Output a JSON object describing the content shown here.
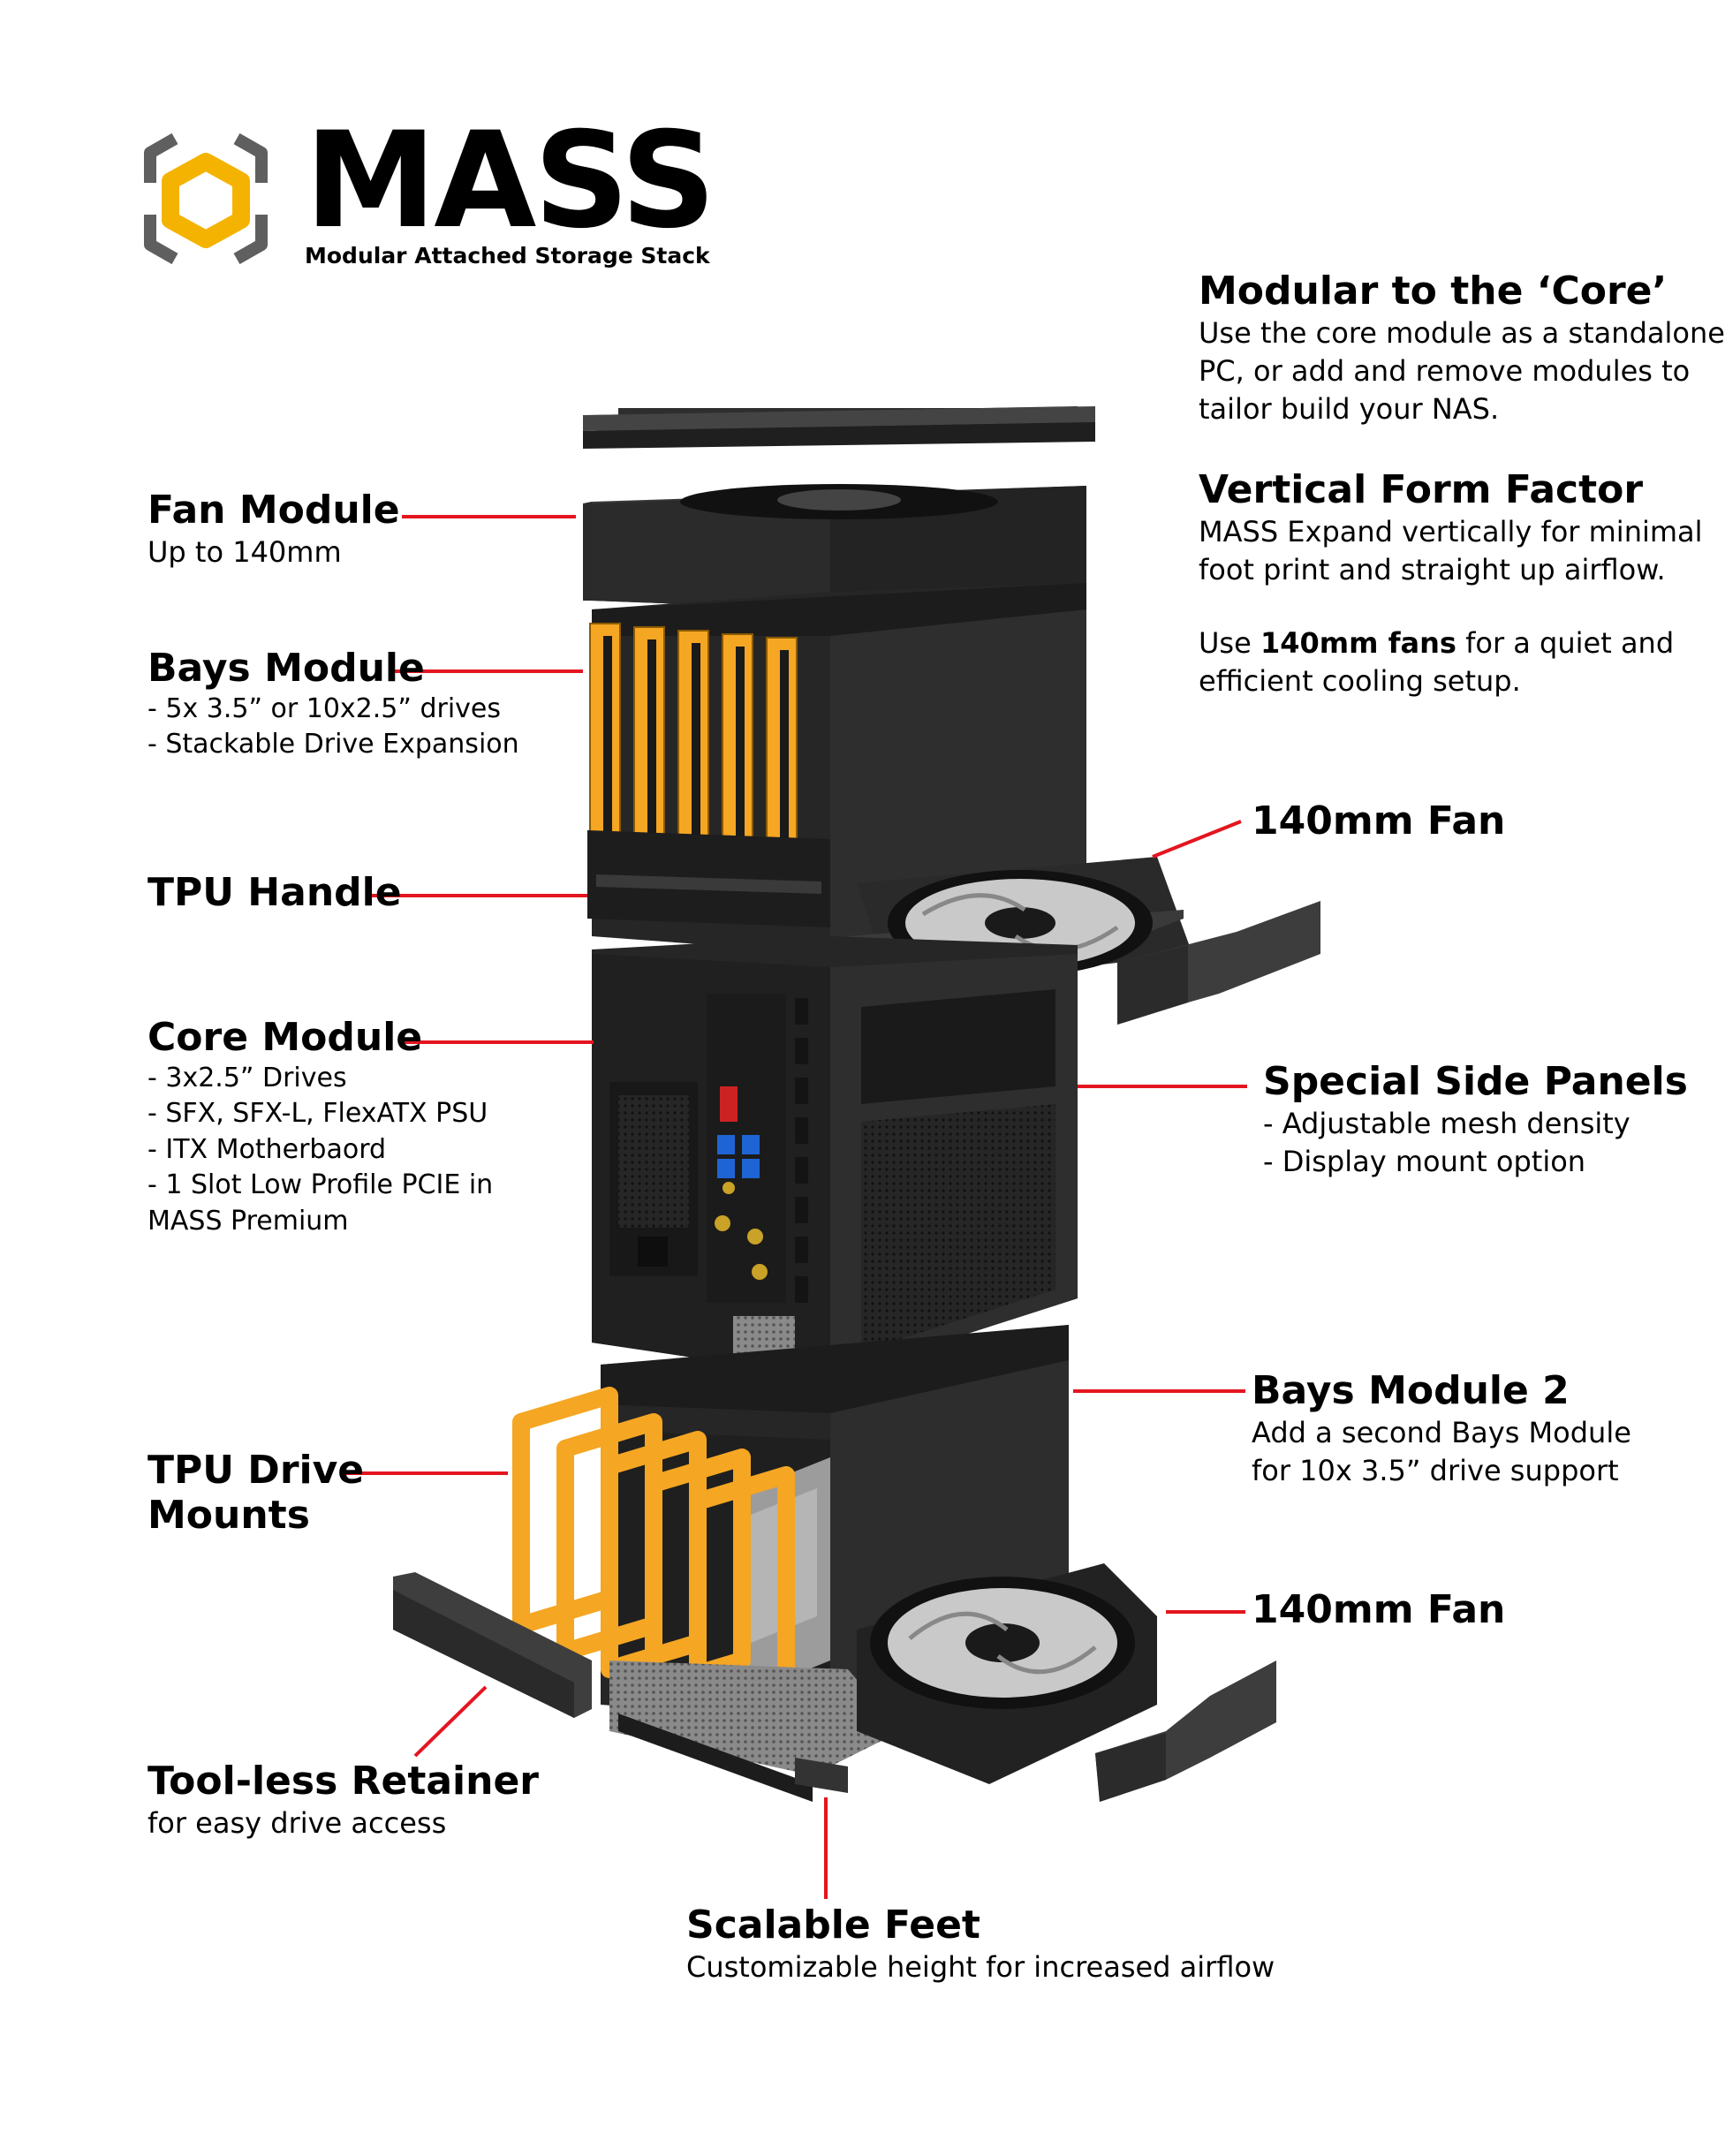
{
  "logo": {
    "title": "MASS",
    "subtitle": "Modular Attached Storage Stack",
    "colors": {
      "hex_outer": "#5f5f5f",
      "hex_inner": "#f5b301"
    }
  },
  "colors": {
    "accent": "#f5a623",
    "leader": "#e4151f",
    "body": "#2b2b2b",
    "dark": "#1c1c1c"
  },
  "features": {
    "core": {
      "title": "Modular to the ‘Core’",
      "lines": [
        "Use the core module as a standalone",
        "PC, or add and remove modules to",
        "tailor build your NAS."
      ]
    },
    "vertical": {
      "title": "Vertical Form Factor",
      "lines": [
        "MASS Expand vertically for minimal",
        "foot print and straight up airflow."
      ],
      "fans_prefix": "Use ",
      "fans_bold": "140mm fans",
      "fans_suffix": " for a quiet and",
      "fans_line2": "efficient cooling setup."
    }
  },
  "callouts": {
    "fan_module": {
      "title": "Fan Module",
      "lines": [
        "Up to 140mm"
      ]
    },
    "bays_module": {
      "title": "Bays Module",
      "lines": [
        "- 5x 3.5” or 10x2.5” drives",
        "- Stackable Drive Expansion"
      ]
    },
    "tpu_handle": {
      "title": "TPU Handle"
    },
    "core_module": {
      "title": "Core Module",
      "lines": [
        "- 3x2.5” Drives",
        "- SFX, SFX-L, FlexATX PSU",
        "- ITX Motherbaord",
        "- 1 Slot Low Profile PCIE in",
        "MASS Premium"
      ]
    },
    "tpu_drive_mounts": {
      "title_line1": "TPU Drive",
      "title_line2": "Mounts"
    },
    "toolless_retainer": {
      "title": "Tool-less Retainer",
      "lines": [
        "for easy drive access"
      ]
    },
    "scalable_feet": {
      "title": "Scalable Feet",
      "lines": [
        "Customizable height for increased airflow"
      ]
    },
    "fan_140_top": {
      "title": "140mm Fan"
    },
    "side_panels": {
      "title": "Special Side Panels",
      "lines": [
        "- Adjustable mesh density",
        "- Display mount option"
      ]
    },
    "bays_module_2": {
      "title": "Bays Module 2",
      "lines": [
        "Add a second Bays Module",
        "for 10x 3.5” drive support"
      ]
    },
    "fan_140_bottom": {
      "title": "140mm Fan"
    }
  }
}
